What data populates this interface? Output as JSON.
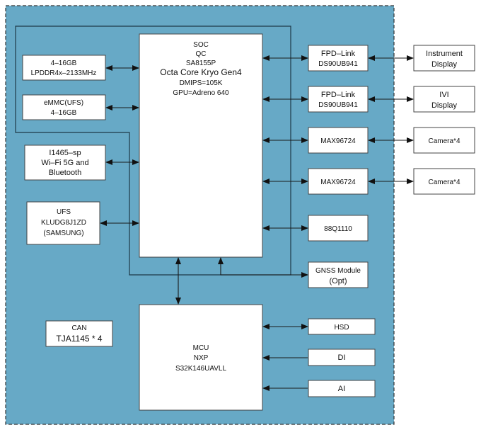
{
  "soc": {
    "lines": [
      "SOC",
      "QC",
      "SA8155P",
      "Octa Core Kryo Gen4",
      "DMIPS=105K",
      "GPU=Adreno 640"
    ]
  },
  "mcu": {
    "lines": [
      "MCU",
      "NXP",
      "S32K146UAVLL"
    ]
  },
  "left_blocks": [
    {
      "id": "lpddr",
      "lines": [
        "4–16GB",
        "LPDDR4x–2133MHz"
      ]
    },
    {
      "id": "emmc",
      "lines": [
        "eMMC(UFS)",
        "4–16GB"
      ]
    },
    {
      "id": "wifi",
      "lines": [
        "I1465–sp",
        "Wi–Fi 5G and",
        "Bluetooth"
      ]
    },
    {
      "id": "ufs",
      "lines": [
        "UFS",
        "KLUDG8J1ZD",
        "(SAMSUNG)"
      ]
    },
    {
      "id": "can",
      "lines": [
        "CAN",
        "TJA1145 * 4"
      ]
    }
  ],
  "right_blocks": [
    {
      "id": "fpd1",
      "lines": [
        "FPD–Link",
        "DS90UB941"
      ]
    },
    {
      "id": "fpd2",
      "lines": [
        "FPD–Link",
        "DS90UB941"
      ]
    },
    {
      "id": "max1",
      "lines": [
        "MAX96724"
      ]
    },
    {
      "id": "max2",
      "lines": [
        "MAX96724"
      ]
    },
    {
      "id": "eth",
      "lines": [
        "88Q1110"
      ]
    },
    {
      "id": "gnss",
      "lines": [
        "GNSS Module",
        "(Opt)"
      ]
    },
    {
      "id": "hsd",
      "lines": [
        "HSD"
      ]
    },
    {
      "id": "di",
      "lines": [
        "DI"
      ]
    },
    {
      "id": "ai",
      "lines": [
        "AI"
      ]
    }
  ],
  "external_blocks": [
    {
      "id": "instrument",
      "lines": [
        "Instrument",
        "Display"
      ]
    },
    {
      "id": "ivi",
      "lines": [
        "IVI",
        "Display"
      ]
    },
    {
      "id": "cam1",
      "lines": [
        "Camera*4"
      ]
    },
    {
      "id": "cam2",
      "lines": [
        "Camera*4"
      ]
    }
  ],
  "colors": {
    "board": "#67a9c6",
    "box": "#ffffff"
  }
}
